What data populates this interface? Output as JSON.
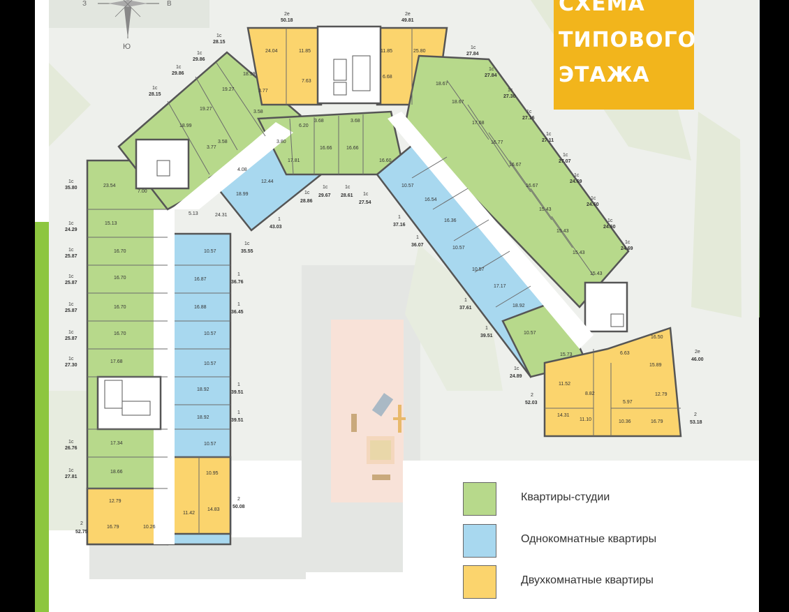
{
  "title": {
    "lines": [
      "СХЕМА",
      "ТИПОВОГО",
      "ЭТАЖА"
    ]
  },
  "compass": {
    "w": "З",
    "e": "В",
    "s": "Ю"
  },
  "legend": {
    "items": [
      {
        "label": "Квартиры-студии",
        "color": "#b7d98b"
      },
      {
        "label": "Однокомнатные квартиры",
        "color": "#a8d8ef"
      },
      {
        "label": "Двухкомнатные квартиры",
        "color": "#fbd46d"
      }
    ]
  },
  "apartments": [
    {
      "type": "2е",
      "area": "50.18"
    },
    {
      "type": "2е",
      "area": "49.81"
    },
    {
      "type": "1с",
      "area": "28.15"
    },
    {
      "type": "1с",
      "area": "29.86"
    },
    {
      "type": "1с",
      "area": "29.86"
    },
    {
      "type": "1с",
      "area": "28.15"
    },
    {
      "type": "1с",
      "area": "27.84"
    },
    {
      "type": "1с",
      "area": "27.84"
    },
    {
      "type": "1с",
      "area": "27.30"
    },
    {
      "type": "1с",
      "area": "27.16"
    },
    {
      "type": "1с",
      "area": "27.11"
    },
    {
      "type": "1с",
      "area": "27.07"
    },
    {
      "type": "1с",
      "area": "24.69"
    },
    {
      "type": "1с",
      "area": "24.60"
    },
    {
      "type": "1с",
      "area": "24.60"
    },
    {
      "type": "1с",
      "area": "24.69"
    },
    {
      "type": "1с",
      "area": "35.80"
    },
    {
      "type": "1с",
      "area": "24.29"
    },
    {
      "type": "1с",
      "area": "25.87"
    },
    {
      "type": "1с",
      "area": "25.87"
    },
    {
      "type": "1с",
      "area": "25.87"
    },
    {
      "type": "1с",
      "area": "25.87"
    },
    {
      "type": "1с",
      "area": "27.30"
    },
    {
      "type": "1с",
      "area": "26.76"
    },
    {
      "type": "1с",
      "area": "27.81"
    },
    {
      "type": "2",
      "area": "52.75"
    },
    {
      "type": "1с",
      "area": "28.86"
    },
    {
      "type": "1с",
      "area": "29.67"
    },
    {
      "type": "1с",
      "area": "28.61"
    },
    {
      "type": "1с",
      "area": "27.54"
    },
    {
      "type": "1",
      "area": "43.03"
    },
    {
      "type": "1с",
      "area": "35.55"
    },
    {
      "type": "1",
      "area": "36.76"
    },
    {
      "type": "1",
      "area": "36.45"
    },
    {
      "type": "1",
      "area": "39.51"
    },
    {
      "type": "1",
      "area": "39.51"
    },
    {
      "type": "2",
      "area": "50.08"
    },
    {
      "type": "1",
      "area": "37.16"
    },
    {
      "type": "1",
      "area": "36.07"
    },
    {
      "type": "1",
      "area": "37.61"
    },
    {
      "type": "1",
      "area": "39.51"
    },
    {
      "type": "1с",
      "area": "24.89"
    },
    {
      "type": "2",
      "area": "52.03"
    },
    {
      "type": "2е",
      "area": "46.00"
    },
    {
      "type": "2",
      "area": "53.18"
    }
  ]
}
